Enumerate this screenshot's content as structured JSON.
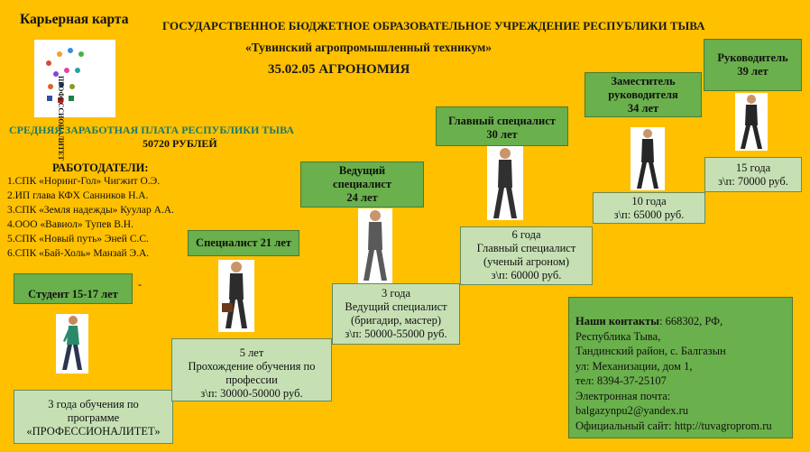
{
  "page_title": "Карьерная карта",
  "header": {
    "line1": "ГОСУДАРСТВЕННОЕ  БЮДЖЕТНОЕ ОБРАЗОВАТЕЛЬНОЕ УЧРЕЖДЕНИЕ РЕСПУБЛИКИ ТЫВА",
    "line2": "«Тувинский агропромышленный техникум»",
    "line3": "35.02.05 АГРОНОМИЯ"
  },
  "logo": {
    "text": "ПРОФЕССИОНАЛИТЕТ"
  },
  "salary": {
    "title": "СРЕДНЯЯ ЗАРАБОТНАЯ ПЛАТА РЕСПУБЛИКИ  ТЫВА",
    "value": "50720 РУБЛЕЙ"
  },
  "employers": {
    "title": "РАБОТОДАТЕЛИ:",
    "items": [
      "1.СПК «Норинг-Гол» Чигжит О.Э.",
      "2.ИП глава КФХ Санников Н.А.",
      "3.СПК «Земля надежды» Куулар А.А.",
      "4.ООО «Вавиол» Тупев В.Н.",
      "5.СПК «Новый путь» Эней С.С.",
      "6.СПК «Бай-Холь» Манзай Э.А."
    ]
  },
  "stages": [
    {
      "title": "Студент 15-17 лет"
    },
    {
      "title": "Специалист 21 лет"
    },
    {
      "title_l1": "Ведущий",
      "title_l2": "специалист",
      "title_l3": "24 лет"
    },
    {
      "title_l1": "Главный специалист",
      "title_l2": "30 лет"
    },
    {
      "title_l1": "Заместитель",
      "title_l2": "руководителя",
      "title_l3": "34 лет"
    },
    {
      "title_l1": "Руководитель",
      "title_l2": "39 лет"
    }
  ],
  "steps": [
    {
      "l1": "3 года обучения по",
      "l2": "программе",
      "l3": "«ПРОФЕССИОНАЛИТЕТ»"
    },
    {
      "l1": "5 лет",
      "l2": "Прохождение обучения по",
      "l3": "профессии",
      "l4": "з\\п: 30000-50000 руб."
    },
    {
      "l1": "3 года",
      "l2": "Ведущий специалист",
      "l3": "(бригадир, мастер)",
      "l4": "з\\п: 50000-55000 руб."
    },
    {
      "l1": "6 года",
      "l2": "Главный специалист",
      "l3": "(ученый агроном)",
      "l4": "з\\п: 60000 руб."
    },
    {
      "l1": "10 года",
      "l2": "з\\п: 65000 руб."
    },
    {
      "l1": "15 года",
      "l2": "з\\п: 70000 руб."
    }
  ],
  "dash": "-",
  "contacts": {
    "label": "Наши контакты",
    "line1_rest": ": 668302, РФ,",
    "line2": "Республика Тыва,",
    "line3": "Тандинский район, с. Балгазын",
    "line4": "ул: Механизации, дом 1,",
    "line5": "тел: 8394-37-25107",
    "line6": "Электронная почта:",
    "line7": "balgazynpu2@yandex.ru",
    "line8": "Официальный сайт: http://tuvagroprom.ru"
  }
}
